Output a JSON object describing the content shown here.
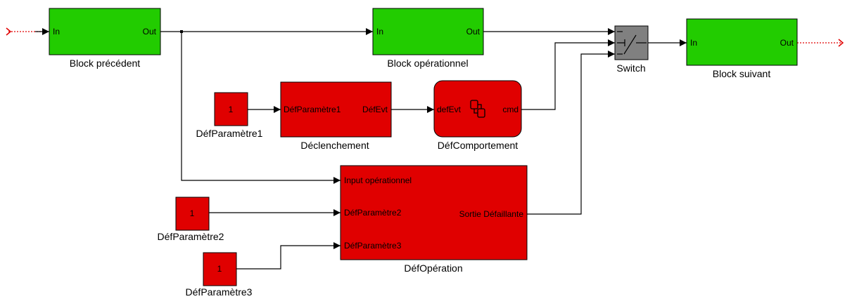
{
  "colors": {
    "green_block": "#22cc00",
    "red_block": "#e00000",
    "switch_gray": "#808080",
    "wire": "#000000",
    "external_signal": "#e00000"
  },
  "blocks": {
    "precedent": {
      "caption": "Block précédent",
      "in": "In",
      "out": "Out"
    },
    "operationnel": {
      "caption": "Block opérationnel",
      "in": "In",
      "out": "Out"
    },
    "suivant": {
      "caption": "Block suivant",
      "in": "In",
      "out": "Out"
    },
    "switch": {
      "caption": "Switch"
    },
    "declenchement": {
      "caption": "Déclenchement",
      "in": "DéfParamètre1",
      "out": "DéfEvt"
    },
    "comportement": {
      "caption": "DéfComportement",
      "in": "defEvt",
      "out": "cmd",
      "icon": "stateflow-chart-icon"
    },
    "operation": {
      "caption": "DéfOpération",
      "in1": "Input opérationnel",
      "in2": "DéfParamètre2",
      "in3": "DéfParamètre3",
      "out": "Sortie Défaillante"
    }
  },
  "constants": [
    {
      "value": "1",
      "caption": "DéfParamètre1"
    },
    {
      "value": "1",
      "caption": "DéfParamètre2"
    },
    {
      "value": "1",
      "caption": "DéfParamètre3"
    }
  ]
}
